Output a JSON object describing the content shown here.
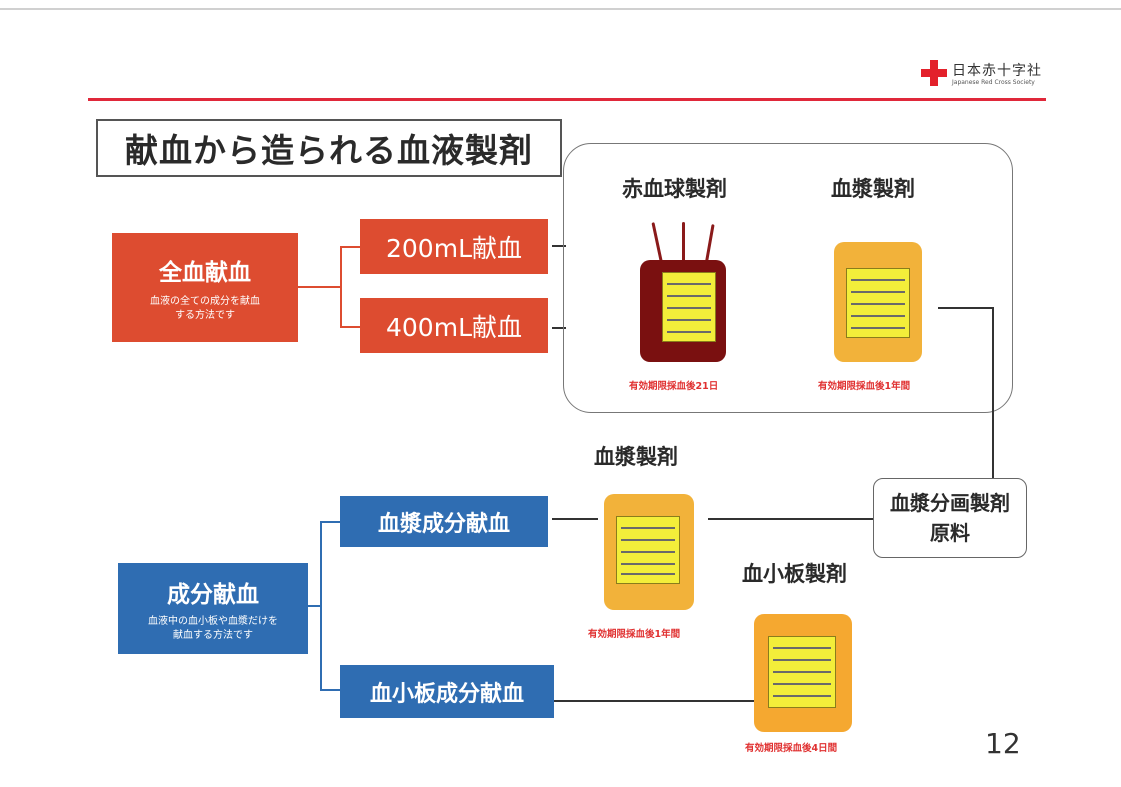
{
  "header": {
    "logo_jp": "日本赤十字社",
    "logo_en": "Japanese Red Cross Society"
  },
  "title": "献血から造られる血液製剤",
  "whole_blood": {
    "label": "全血献血",
    "description_line1": "血液の全ての成分を献血",
    "description_line2": "する方法です",
    "options": [
      "200mL献血",
      "400mL献血"
    ]
  },
  "component": {
    "label": "成分献血",
    "description_line1": "血液中の血小板や血漿だけを",
    "description_line2": "献血する方法です",
    "options": [
      "血漿成分献血",
      "血小板成分献血"
    ]
  },
  "products": {
    "rbc": {
      "label": "赤血球製剤",
      "expiry": "有効期限採血後21日"
    },
    "plasma_top": {
      "label": "血漿製剤",
      "expiry": "有効期限採血後1年間"
    },
    "plasma_mid": {
      "label": "血漿製剤",
      "expiry": "有効期限採血後1年間"
    },
    "platelet": {
      "label": "血小板製剤",
      "expiry": "有効期限採血後4日間"
    }
  },
  "fractionation": {
    "line1": "血漿分画製剤",
    "line2": "原料"
  },
  "page_number": "12",
  "colors": {
    "whole_blood_red": "#dd4c30",
    "component_blue": "#2f6db2",
    "accent_line": "#e0283a",
    "expiry_text": "#e03030"
  }
}
